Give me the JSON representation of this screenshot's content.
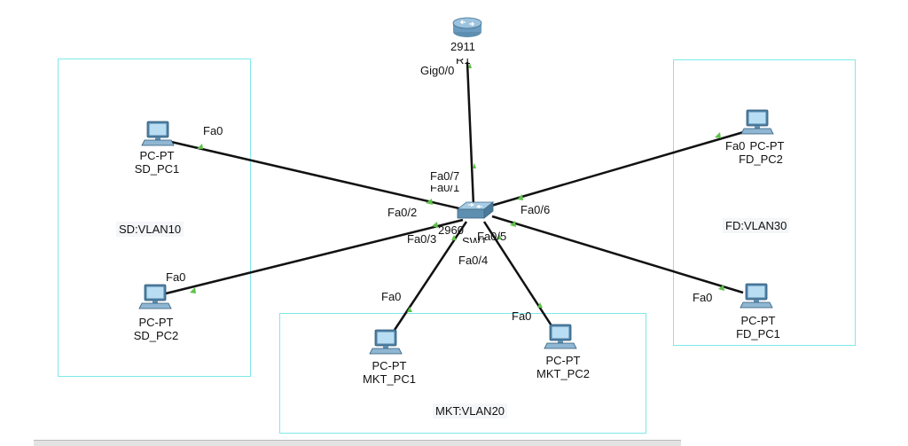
{
  "vlans": {
    "sd": "SD:VLAN10",
    "fd": "FD:VLAN30",
    "mkt": "MKT:VLAN20"
  },
  "router": {
    "model": "2911",
    "sublabel": "R1",
    "port": "Gig0/0"
  },
  "switch": {
    "model": "2960",
    "sublabel": "SW1"
  },
  "switch_ports": {
    "p1": "Fa0/1",
    "p2": "Fa0/2",
    "p3": "Fa0/3",
    "p4": "Fa0/4",
    "p5": "Fa0/5",
    "p6": "Fa0/6",
    "p7": "Fa0/7"
  },
  "pcs": {
    "sd_pc1": {
      "type": "PC-PT",
      "name": "SD_PC1",
      "port": "Fa0"
    },
    "sd_pc2": {
      "type": "PC-PT",
      "name": "SD_PC2",
      "port": "Fa0"
    },
    "mkt_pc1": {
      "type": "PC-PT",
      "name": "MKT_PC1",
      "port": "Fa0"
    },
    "mkt_pc2": {
      "type": "PC-PT",
      "name": "MKT_PC2",
      "port": "Fa0"
    },
    "fd_pc1": {
      "type": "PC-PT",
      "name": "FD_PC1",
      "port": "Fa0"
    },
    "fd_pc2": {
      "type": "PC-PT",
      "name": "FD_PC2",
      "port": "Fa0"
    }
  },
  "colors": {
    "link": "#111111",
    "link_light": "#5ec24a",
    "vlan_border": "#7fe8ea"
  }
}
